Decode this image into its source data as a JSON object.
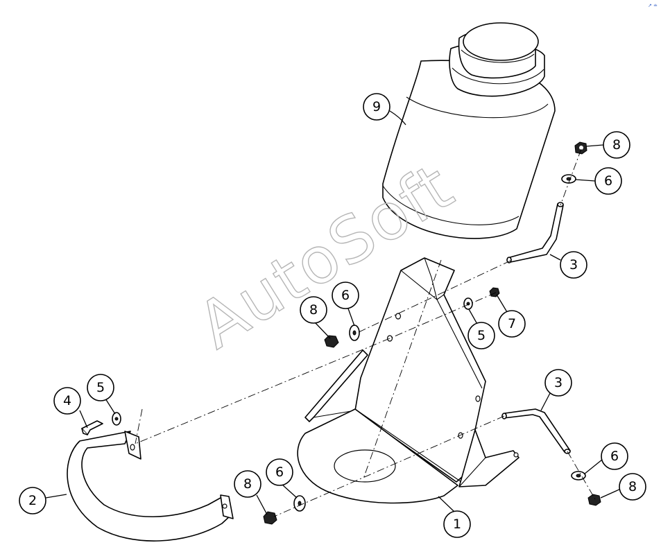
{
  "watermark": "AutoSoft",
  "corner_mark": "↗ ≐",
  "callouts": [
    {
      "id": "c9a",
      "label": "9"
    },
    {
      "id": "c8a",
      "label": "8"
    },
    {
      "id": "c6a",
      "label": "6"
    },
    {
      "id": "c3a",
      "label": "3"
    },
    {
      "id": "c8b",
      "label": "8"
    },
    {
      "id": "c6b",
      "label": "6"
    },
    {
      "id": "c5a",
      "label": "5"
    },
    {
      "id": "c7a",
      "label": "7"
    },
    {
      "id": "c4a",
      "label": "4"
    },
    {
      "id": "c5b",
      "label": "5"
    },
    {
      "id": "c3b",
      "label": "3"
    },
    {
      "id": "c6c",
      "label": "6"
    },
    {
      "id": "c8c",
      "label": "8"
    },
    {
      "id": "c6d",
      "label": "6"
    },
    {
      "id": "c8d",
      "label": "8"
    },
    {
      "id": "c2a",
      "label": "2"
    },
    {
      "id": "c1a",
      "label": "1"
    }
  ]
}
